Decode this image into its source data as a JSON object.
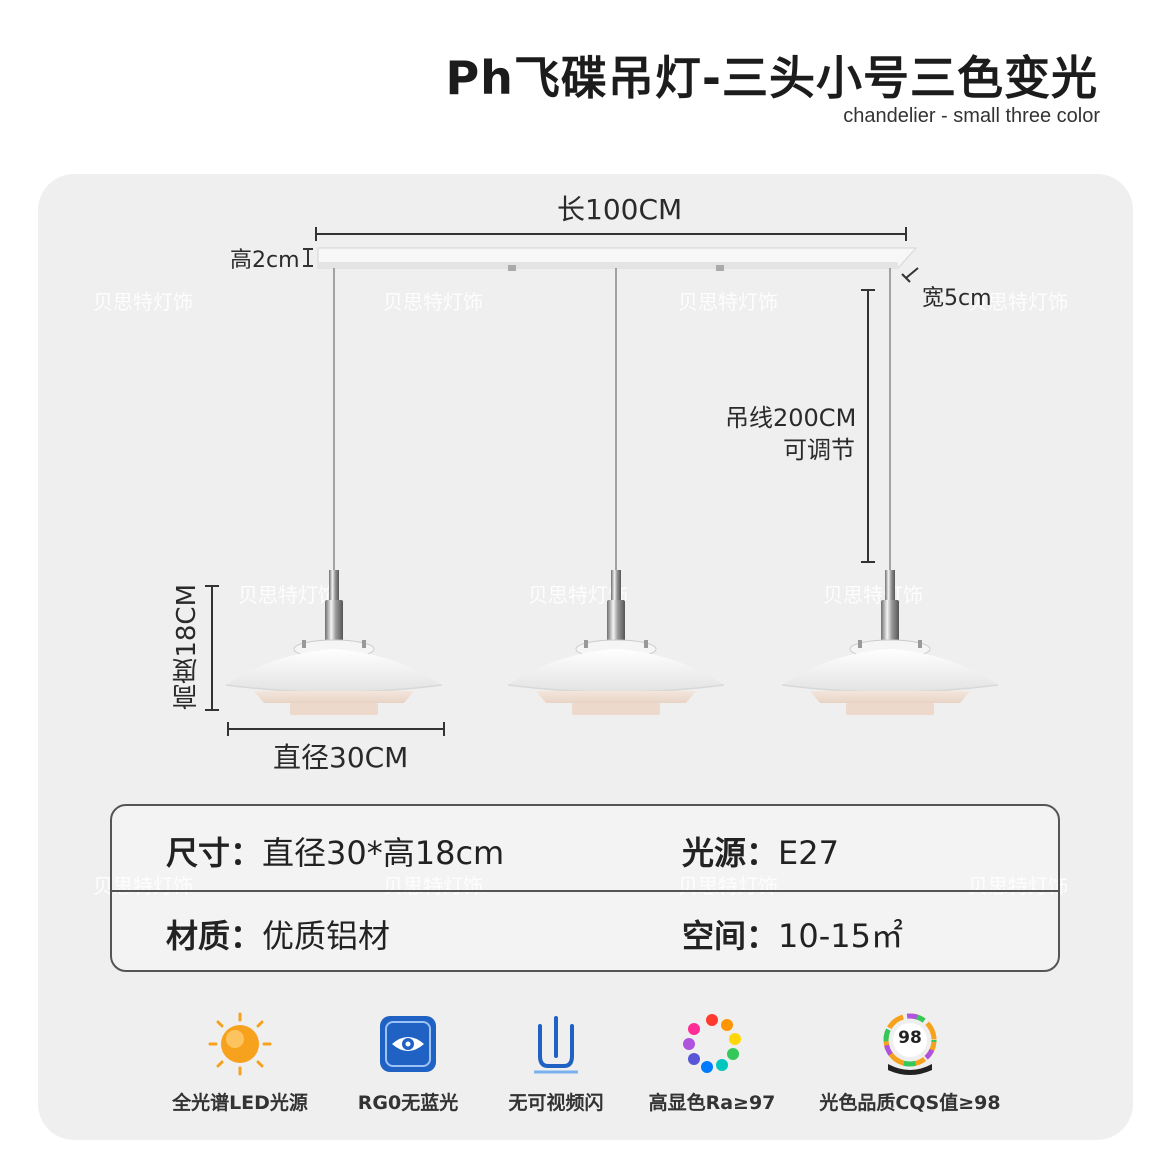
{
  "header": {
    "title": "Ph飞碟吊灯-三头小号三色变光",
    "subtitle": "chandelier - small three color"
  },
  "watermark": {
    "text": "贝思特灯饰"
  },
  "dimensions": {
    "length": "长100CM",
    "bar_height": "高2cm",
    "bar_width": "宽5cm",
    "cable_line1": "吊线200CM",
    "cable_line2": "可调节",
    "lamp_height": "高度18CM",
    "diameter": "直径30CM"
  },
  "specs": [
    {
      "key": "尺寸：",
      "value": "直径30*高18cm"
    },
    {
      "key": "光源：",
      "value": "E27"
    },
    {
      "key": "材质：",
      "value": "优质铝材"
    },
    {
      "key": "空间：",
      "value": "10-15㎡"
    }
  ],
  "features": [
    {
      "icon": "sun-icon",
      "label": "全光谱LED光源"
    },
    {
      "icon": "eye-shield-icon",
      "label": "RG0无蓝光"
    },
    {
      "icon": "no-flicker-icon",
      "label": "无可视频闪"
    },
    {
      "icon": "color-wheel-icon",
      "label": "高显色Ra≥97"
    },
    {
      "icon": "cqs-badge-icon",
      "label": "光色品质CQS值≥98",
      "badge": "98"
    }
  ],
  "colors": {
    "panel": "#efefef",
    "text": "#222222",
    "blue_icon": "#1f62c4",
    "sun": "#f7a21c"
  }
}
